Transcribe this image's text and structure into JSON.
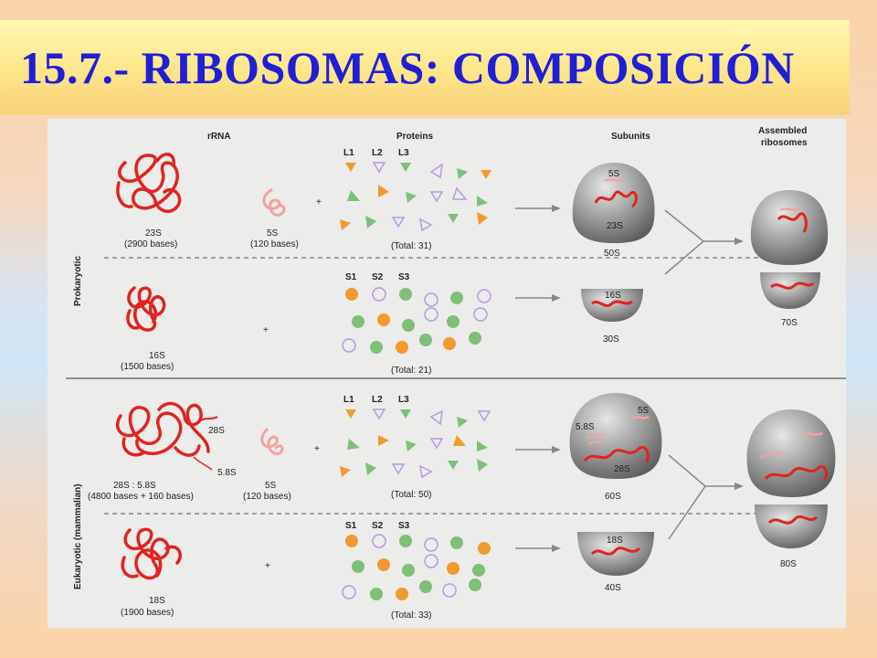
{
  "title": "15.7.- RIBOSOMAS: COMPOSICIÓN",
  "headers": {
    "rrna": "rRNA",
    "proteins": "Proteins",
    "subunits": "Subunits",
    "assembled_line1": "Assembled",
    "assembled_line2": "ribosomes"
  },
  "side_labels": {
    "prokaryotic": "Prokaryotic",
    "eukaryotic": "Eukaryotic (mammalian)"
  },
  "prok_large": {
    "rrna_main": "23S",
    "rrna_main_bases": "(2900 bases)",
    "rrna_5s": "5S",
    "rrna_5s_bases": "(120 bases)",
    "plus": "+",
    "protein_labels": [
      "L1",
      "L2",
      "L3"
    ],
    "total": "(Total: 31)",
    "subunit_5s": "5S",
    "subunit_23s": "23S",
    "subunit_name": "50S"
  },
  "prok_small": {
    "rrna_main": "16S",
    "rrna_main_bases": "(1500 bases)",
    "plus": "+",
    "protein_labels": [
      "S1",
      "S2",
      "S3"
    ],
    "total": "(Total: 21)",
    "subunit_16s": "16S",
    "subunit_name": "30S"
  },
  "prok_assembled": "70S",
  "euk_large": {
    "rrna_28s": "28S",
    "rrna_58s": "5.8S",
    "rrna_main": "28S : 5.8S",
    "rrna_main_bases": "(4800 bases + 160 bases)",
    "rrna_5s": "5S",
    "rrna_5s_bases": "(120 bases)",
    "plus": "+",
    "protein_labels": [
      "L1",
      "L2",
      "L3"
    ],
    "total": "(Total: 50)",
    "subunit_58s": "5.8S",
    "subunit_5s": "5S",
    "subunit_28s": "28S",
    "subunit_name": "60S"
  },
  "euk_small": {
    "rrna_main": "18S",
    "rrna_main_bases": "(1900 bases)",
    "plus": "+",
    "protein_labels": [
      "S1",
      "S2",
      "S3"
    ],
    "total": "(Total: 33)",
    "subunit_18s": "18S",
    "subunit_name": "40S"
  },
  "euk_assembled": "80S",
  "colors": {
    "title": "#1f1fd6",
    "rna": "#e0241f",
    "rna_light": "#f0a49c",
    "protein_green": "#7fbf7a",
    "protein_purple": "#c9b6e6",
    "protein_orange": "#f09a2f",
    "sphere": "#9a9a9a"
  }
}
